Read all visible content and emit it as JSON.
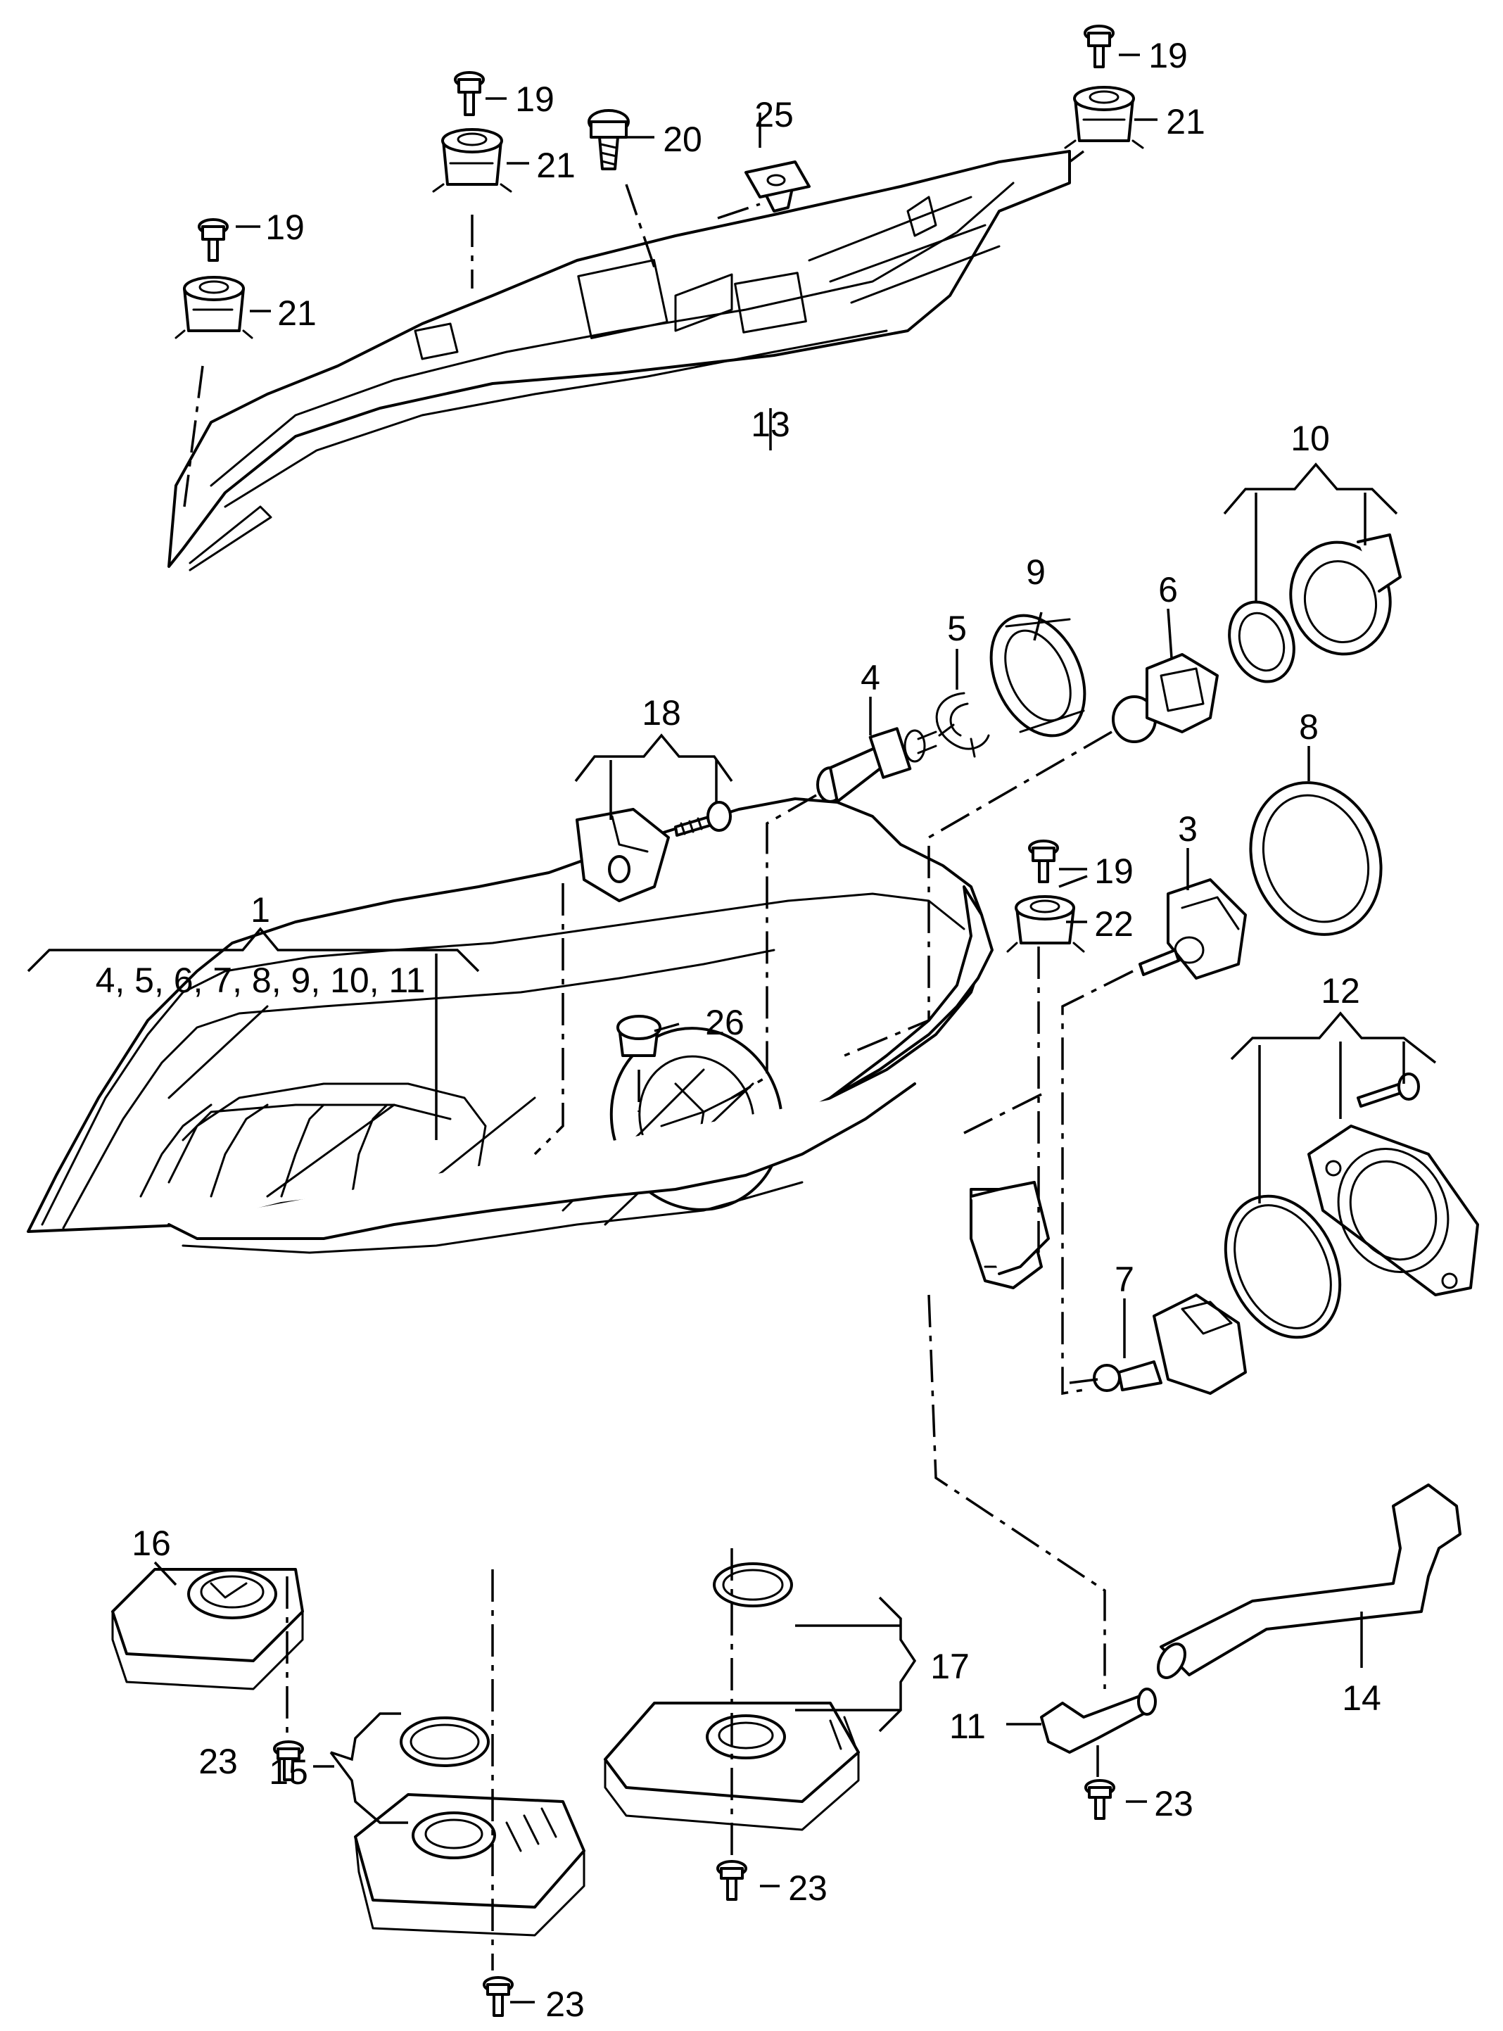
{
  "callouts": {
    "c1": "1",
    "c1_sub": "4, 5, 6, 7, 8, 9, 10, 11",
    "c3": "3",
    "c4": "4",
    "c5": "5",
    "c6": "6",
    "c7": "7",
    "c8": "8",
    "c9": "9",
    "c10": "10",
    "c11": "11",
    "c12": "12",
    "c13": "13",
    "c14": "14",
    "c15": "15",
    "c16": "16",
    "c17": "17",
    "c18": "18",
    "c19": "19",
    "c20": "20",
    "c21": "21",
    "c22": "22",
    "c23": "23",
    "c25": "25",
    "c26": "26"
  },
  "colors": {
    "line": "#000000",
    "background": "#ffffff"
  }
}
